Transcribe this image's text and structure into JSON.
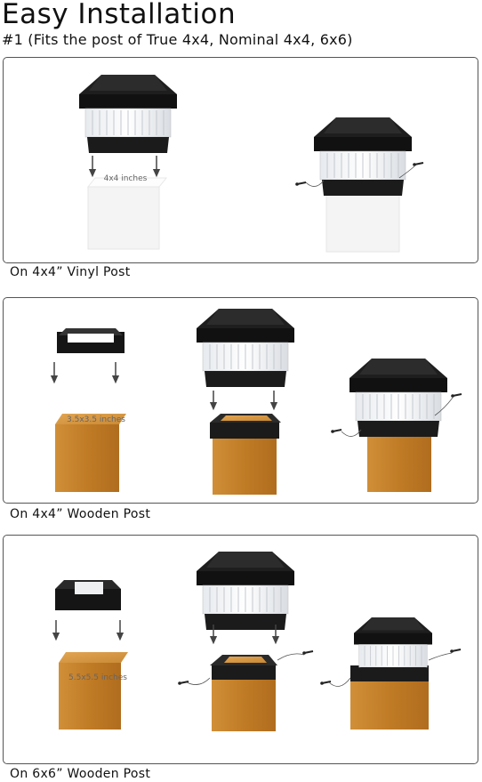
{
  "header": {
    "title": "Easy Installation",
    "subtitle": "#1 (Fits the post of True 4x4, Nominal 4x4, 6x6)"
  },
  "sections": [
    {
      "caption": "On 4x4”  Vinyl Post",
      "dimension": "4x4 inches"
    },
    {
      "caption": "On 4x4”  Wooden Post",
      "dimension": "3.5x3.5 inches"
    },
    {
      "caption": "On 6x6”  Wooden Post",
      "dimension": "5.5x5.5 inches"
    }
  ],
  "colors": {
    "cap_black": "#1c1c1c",
    "lens_white": "#eef0f2",
    "wood": "#c8882e",
    "vinyl": "#f7f7f7",
    "border": "#555555"
  }
}
